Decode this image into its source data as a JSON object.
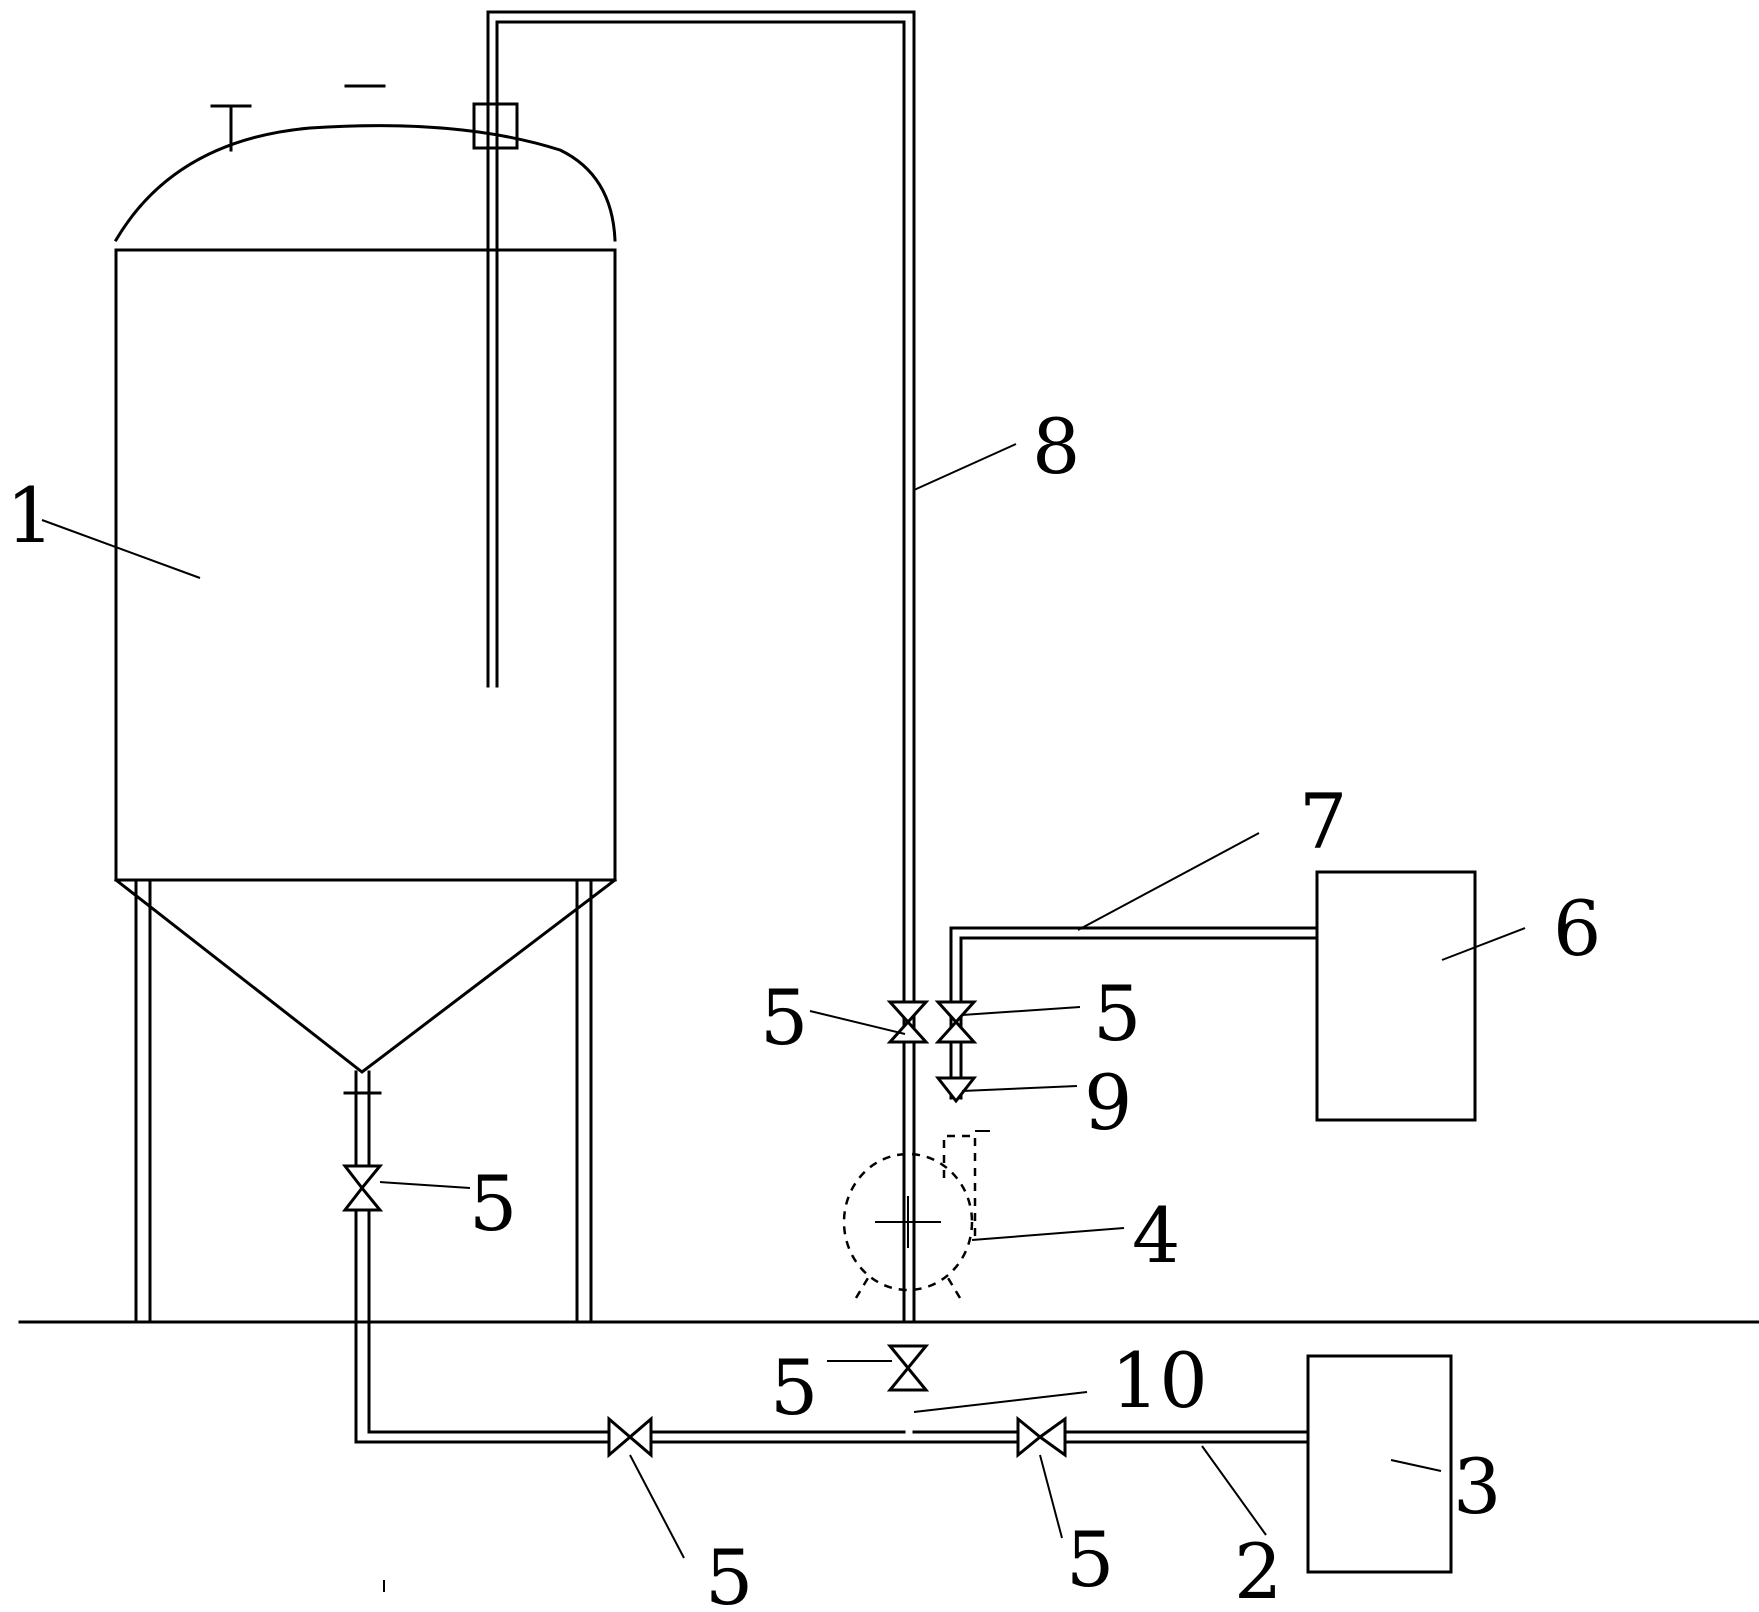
{
  "labels": [
    {
      "id": "tank",
      "text": "1"
    },
    {
      "id": "pipe-2",
      "text": "2"
    },
    {
      "id": "box-3",
      "text": "3"
    },
    {
      "id": "pump",
      "text": "4"
    },
    {
      "id": "valve-center-upper",
      "text": "5"
    },
    {
      "id": "valve-right-upper",
      "text": "5"
    },
    {
      "id": "valve-tank-outlet",
      "text": "5"
    },
    {
      "id": "valve-center-lower",
      "text": "5"
    },
    {
      "id": "valve-bottom-left",
      "text": "5"
    },
    {
      "id": "valve-bottom-right",
      "text": "5"
    },
    {
      "id": "box-6",
      "text": "6"
    },
    {
      "id": "pipe-7",
      "text": "7"
    },
    {
      "id": "pipe-8",
      "text": "8"
    },
    {
      "id": "valve-9",
      "text": "9"
    },
    {
      "id": "junction-10",
      "text": "10"
    }
  ]
}
